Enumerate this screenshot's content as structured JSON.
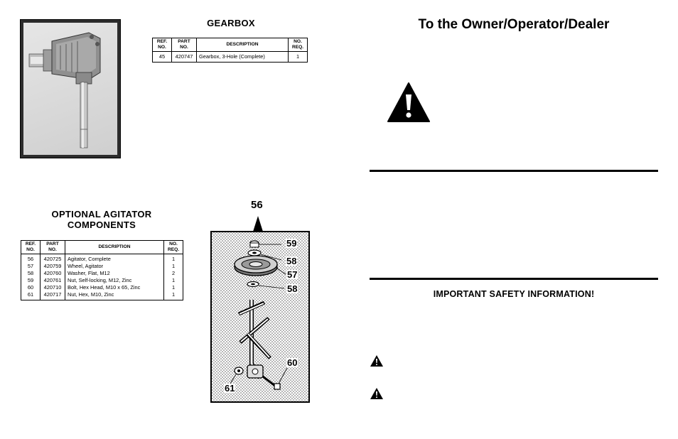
{
  "gearbox": {
    "heading": "GEARBOX",
    "table": {
      "headers": [
        "REF. NO.",
        "PART NO.",
        "DESCRIPTION",
        "NO. REQ."
      ],
      "rows": [
        [
          "45",
          "420747",
          "Gearbox, 3-Hole (Complete)",
          "1"
        ]
      ]
    }
  },
  "agitator": {
    "heading_line1": "OPTIONAL AGITATOR",
    "heading_line2": "COMPONENTS",
    "table": {
      "headers": [
        "REF. NO.",
        "PART NO.",
        "DESCRIPTION",
        "NO. REQ."
      ],
      "rows": [
        [
          "56",
          "420725",
          "Agitator, Complete",
          "1"
        ],
        [
          "57",
          "420759",
          "Wheel, Agitator",
          "1"
        ],
        [
          "58",
          "420760",
          "Washer, Flat, M12",
          "2"
        ],
        [
          "59",
          "420761",
          "Nut, Self-locking, M12, Zinc",
          "1"
        ],
        [
          "60",
          "420710",
          "Bolt, Hex Head, M10 x 65, Zinc",
          "1"
        ],
        [
          "61",
          "420717",
          "Nut, Hex, M10, Zinc",
          "1"
        ]
      ]
    },
    "callouts": {
      "c56": "56",
      "c59": "59",
      "c58a": "58",
      "c57": "57",
      "c58b": "58",
      "c60": "60",
      "c61": "61"
    }
  },
  "right_page": {
    "title": "To the Owner/Operator/Dealer",
    "safety_heading": "IMPORTANT SAFETY INFORMATION!"
  }
}
